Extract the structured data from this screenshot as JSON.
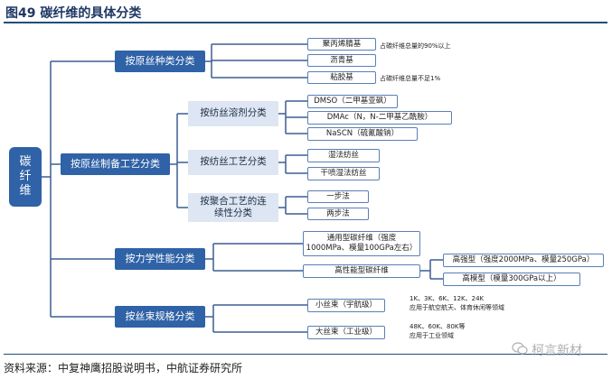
{
  "title": "图49  碳纤维的具体分类",
  "root": "碳\n纤\n维",
  "categories": {
    "precursor": "按原丝种类分类",
    "process": "按原丝制备工艺分类",
    "mechanical": "按力学性能分类",
    "tow": "按丝束规格分类"
  },
  "subcategories": {
    "solvent": "按纺丝溶剂分类",
    "spinning": "按纺丝工艺分类",
    "continuity": "按聚合工艺的连\n续性分类"
  },
  "leaves": {
    "pan": "聚丙烯腈基",
    "pitch": "沥青基",
    "viscose": "粘胶基",
    "dmso": "DMSO（二甲基亚砜）",
    "dmac": "DMAc（N，N-二甲基乙酰胺）",
    "nascn": "NaSCN（硫氰酸钠）",
    "wet": "湿法纺丝",
    "dryjet": "干喷湿法纺丝",
    "onestep": "一步法",
    "twostep": "两步法",
    "general": "通用型碳纤维（强度\n1000MPa、模量100GPa左右）",
    "highperf": "高性能型碳纤维",
    "highstrength": "高强型（强度2000MPa、模量250GPa）",
    "highmodulus": "高模型（模量300GPa以上）",
    "smalltow": "小丝束（宇航级）",
    "largetow": "大丝束（工业级）"
  },
  "notes": {
    "pan": "占碳纤维总量的90%以上",
    "viscose": "占碳纤维总量不足1%",
    "smalltow": "1K、3K、6K、12K、24K\n应用于航空航天、体育休闲等领域",
    "largetow": "48K、60K、80K等\n应用于工业领域"
  },
  "source": "资料来源：中复神鹰招股说明书，中航证券研究所",
  "watermark": "柯言新材",
  "colors": {
    "primary": "#2f62a6",
    "secondary": "#dde6f2",
    "line": "#3b5f94",
    "title": "#1f3864"
  }
}
